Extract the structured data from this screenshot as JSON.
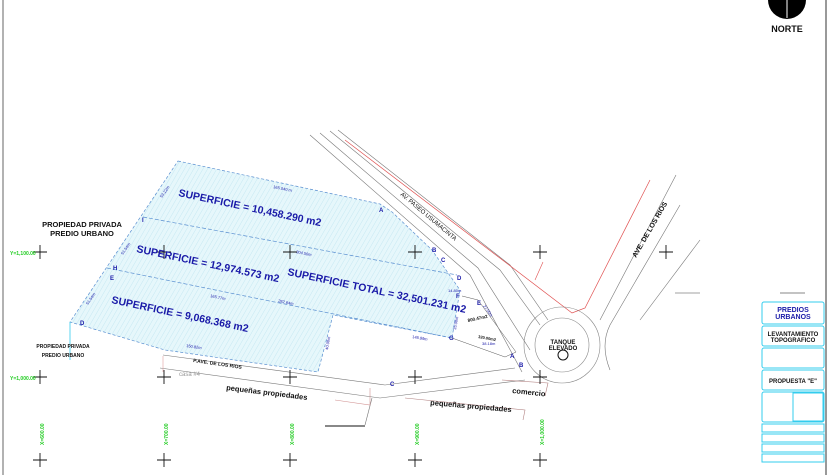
{
  "north": {
    "label": "NORTE"
  },
  "parcels": [
    {
      "label": "SUPERFICIE = 10,458.290 m2"
    },
    {
      "label": "SUPERFICIE = 12,974.573 m2"
    },
    {
      "label": "SUPERFICIE = 9,068.368 m2"
    }
  ],
  "total": {
    "label": "SUPERFICIE TOTAL = 32,501.231 m2"
  },
  "labels": {
    "neighbor_top": [
      "PROPIEDAD PRIVADA",
      "PREDIO URBANO"
    ],
    "neighbor_bottom": [
      "PROPIEDAD PRIVADA",
      "PREDIO URBANO"
    ],
    "road_usumacinta": "AV. PASEO USUMACINTA",
    "road_rios": "AVE. DE LOS RIOS",
    "road_pave": "P.AVE. DE LOS RIOS",
    "tank": [
      "TANQUE",
      "ELEVADO"
    ],
    "pequenas_1": "pequeñas propiedades",
    "pequenas_2": "pequeñas propiedades",
    "comercio": "comercio",
    "casa": "casa #4",
    "area_small_1": "800.47m2",
    "area_small_2": "320.00m2"
  },
  "dimensions": [
    "165.040 m",
    "53.22m",
    "51.54m",
    "51.54m",
    "304.50m",
    "165.77m",
    "282.64m",
    "150.82m",
    "40.00m",
    "148.99m",
    "35.00m",
    "14.80m",
    "38.18m",
    "27.00m"
  ],
  "vertices": [
    "A",
    "B",
    "C",
    "D",
    "E",
    "F",
    "G",
    "H",
    "I",
    "E",
    "D",
    "A",
    "B",
    "C"
  ],
  "coords": {
    "y1": "Y=1,100.00",
    "y2": "Y=1,000.00",
    "x1": "X=600.00",
    "x2": "X=700.00",
    "x3": "X=800.00",
    "x4": "X=900.00",
    "x5": "X=1,000.00"
  },
  "title_block": {
    "project": [
      "PREDIOS",
      "URBANOS"
    ],
    "type": [
      "LEVANTAMIENTO",
      "TOPOGRAFICO"
    ],
    "proposal": "PROPUESTA \"E\""
  },
  "colors": {
    "parcel_fill": "#e6f7fb",
    "parcel_edge": "#5a8fd0",
    "text_blue": "#1a1aa8",
    "road_red": "#e05050",
    "title_cyan": "#33ccee"
  }
}
